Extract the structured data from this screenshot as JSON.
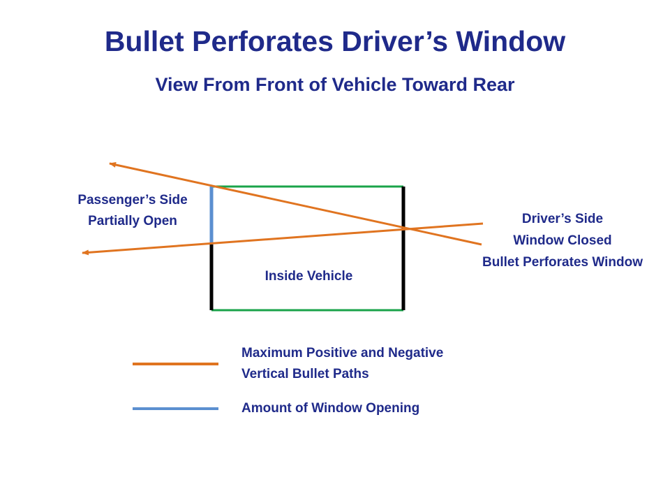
{
  "title": "Bullet Perforates Driver’s Window",
  "subtitle": "View From Front of Vehicle Toward Rear",
  "labels": {
    "passenger_side_line1": "Passenger’s Side",
    "passenger_side_line2": "Partially Open",
    "driver_side_line1": "Driver’s Side",
    "driver_side_line2": "Window Closed",
    "driver_side_line3": "Bullet Perforates Window",
    "inside_vehicle": "Inside Vehicle"
  },
  "legend": {
    "bullet_paths_line1": "Maximum Positive and Negative",
    "bullet_paths_line2": "Vertical Bullet Paths",
    "window_opening": "Amount of Window Opening"
  },
  "colors": {
    "text": "#1f2a8a",
    "bullet_path": "#e07420",
    "window_opening": "#5b8fd0",
    "vehicle_roof_floor": "#1aa34a",
    "vehicle_sides": "#000000"
  }
}
